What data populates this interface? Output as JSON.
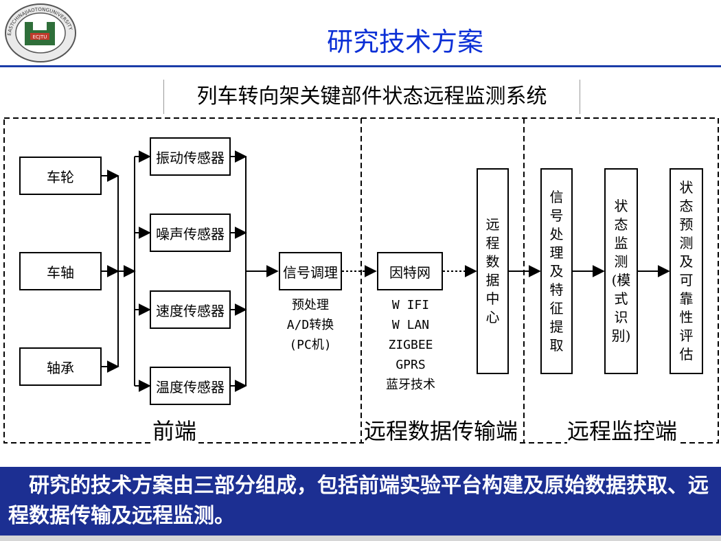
{
  "header": {
    "title": "研究技术方案",
    "logo_text": "EASTCHINAJIAOTONGUNIVERSITY",
    "logo_badge": "ECJTU"
  },
  "diagram": {
    "system_title": "列车转向架关键部件状态远程监测系统",
    "components": [
      "车轮",
      "车轴",
      "轴承"
    ],
    "sensors": [
      "振动传感器",
      "噪声传感器",
      "速度传感器",
      "温度传感器"
    ],
    "signal_conditioning": "信号调理",
    "signal_notes": [
      "预处理",
      "A/D转换",
      "(PC机)"
    ],
    "network": "因特网",
    "network_notes": [
      "W IFI",
      "W LAN",
      "ZIGBEE",
      "GPRS",
      "蓝牙技术"
    ],
    "data_center": [
      "远",
      "程",
      "数",
      "据",
      "中",
      "心"
    ],
    "signal_processing": [
      "信",
      "号",
      "处",
      "理",
      "及",
      "特",
      "征",
      "提",
      "取"
    ],
    "state_monitoring": [
      "状",
      "态",
      "监",
      "测",
      "(模",
      "式",
      "识",
      "别)"
    ],
    "state_prediction": [
      "状",
      "态",
      "预",
      "测",
      "及",
      "可",
      "靠",
      "性",
      "评",
      "估"
    ],
    "sections": [
      "前端",
      "远程数据传输端",
      "远程监控端"
    ]
  },
  "summary": "研究的技术方案由三部分组成，包括前端实验平台构建及原始数据获取、远程数据传输及远程监测。",
  "colors": {
    "title": "#0b2fd6",
    "rule": "#1b3ca8",
    "summary_bg": "#1c2f92",
    "summary_text": "#ffffff"
  }
}
